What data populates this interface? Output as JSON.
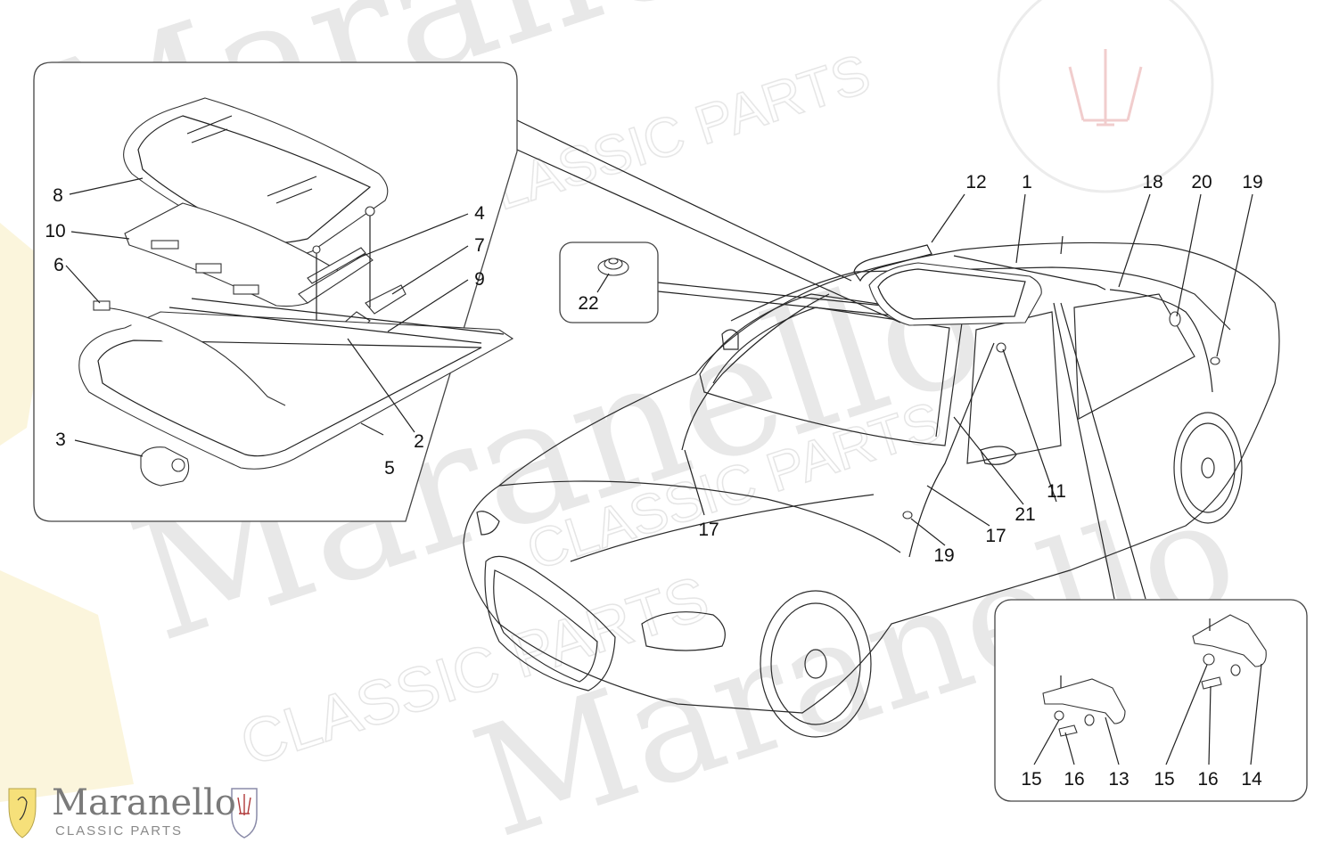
{
  "watermark": {
    "word": "Maranello",
    "sub": "CLASSIC PARTS"
  },
  "logo": {
    "brand_name": "Maranello",
    "tagline": "CLASSIC PARTS"
  },
  "callouts": [
    "1",
    "2",
    "3",
    "4",
    "5",
    "6",
    "7",
    "8",
    "9",
    "10",
    "11",
    "12",
    "13",
    "14",
    "15",
    "16",
    "17",
    "18",
    "19",
    "20",
    "21",
    "22"
  ],
  "labels": {
    "l8": "8",
    "l10": "10",
    "l6": "6",
    "l3": "3",
    "l4": "4",
    "l7": "7",
    "l9": "9",
    "l2": "2",
    "l5": "5",
    "l22": "22",
    "l12": "12",
    "l1": "1",
    "l18": "18",
    "l20": "20",
    "l19a": "19",
    "l17a": "17",
    "l17b": "17",
    "l19b": "19",
    "l21": "21",
    "l11": "11",
    "l15a": "15",
    "l16a": "16",
    "l13": "13",
    "l15b": "15",
    "l16b": "16",
    "l14": "14"
  }
}
